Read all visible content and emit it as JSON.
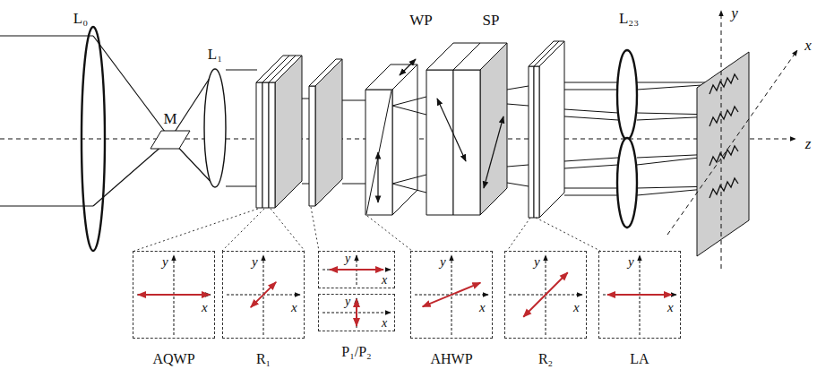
{
  "diagram": {
    "nodes": [
      {
        "text": [
          "y",
          "x",
          "AQWP"
        ]
      },
      {
        "text": [
          "y",
          "x",
          "R₁"
        ]
      },
      {
        "text": [
          "y",
          "x"
        ]
      },
      {
        "text": [
          "y",
          "x",
          "P₁/P₂"
        ]
      },
      {
        "text": [
          "y",
          "x",
          "AHWP"
        ]
      },
      {
        "text": [
          "y",
          "x",
          "R₂"
        ]
      },
      {
        "text": [
          "y",
          "x",
          "LA"
        ]
      }
    ],
    "labels": [
      "L₀",
      "M",
      "L₁",
      "WP",
      "SP",
      "L₂₃",
      "y",
      "x",
      "z"
    ]
  }
}
